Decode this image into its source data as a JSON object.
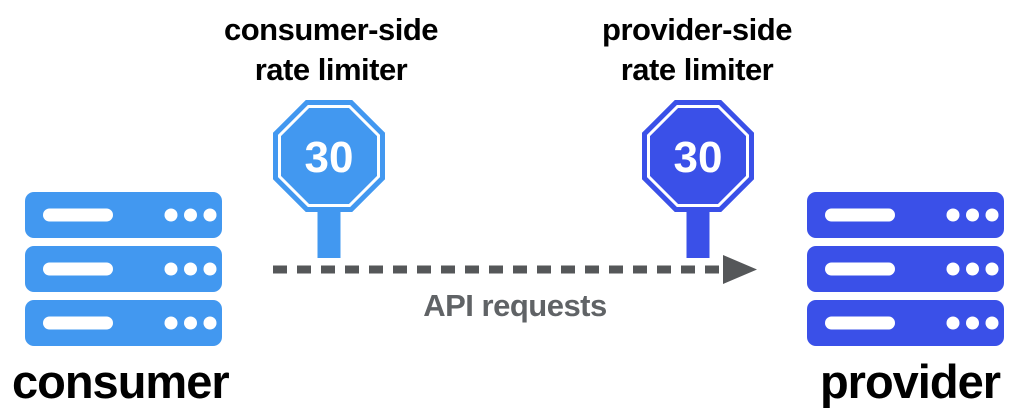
{
  "colors": {
    "consumer_blue": "#4298F0",
    "provider_blue": "#3A50E8",
    "arrow_gray": "#555759",
    "label_gray": "#606366",
    "title_black": "#000000",
    "background": "#FFFFFF"
  },
  "consumer": {
    "title": "consumer",
    "limiter": {
      "line1": "consumer-side",
      "line2": "rate limiter",
      "limit": "30"
    }
  },
  "provider": {
    "title": "provider",
    "limiter": {
      "line1": "provider-side",
      "line2": "rate limiter",
      "limit": "30"
    }
  },
  "flow": {
    "label": "API requests"
  }
}
